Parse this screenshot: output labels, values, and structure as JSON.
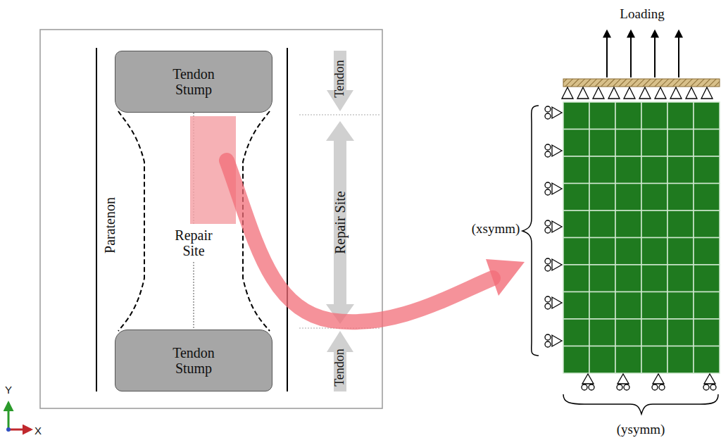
{
  "diagram": {
    "nodes": [
      {
        "text": [
          "Tendon Stump"
        ]
      },
      {
        "text": [
          "Tendon Stump"
        ]
      }
    ],
    "labels": [
      "Paratenon",
      "Repair Site",
      "Tendon",
      "Repair Site",
      "Tendon",
      "Loading",
      "(xsymm)",
      "(ysymm)",
      "Y",
      "X"
    ]
  }
}
